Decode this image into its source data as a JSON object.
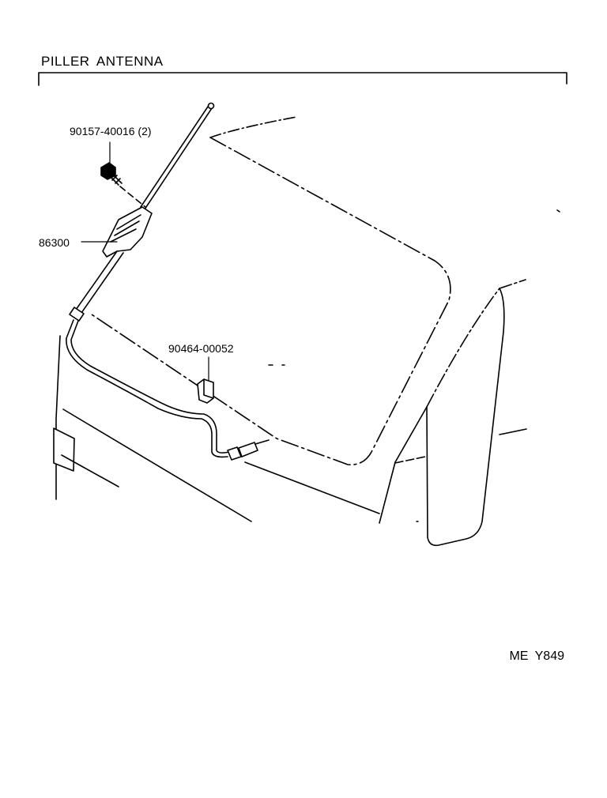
{
  "header": {
    "title": "PILLER  ANTENNA"
  },
  "parts": {
    "bolt": "90157-40016 (2)",
    "antenna": "86300",
    "clamp": "90464-00052"
  },
  "footer": {
    "ref_code": "ME  Y849"
  }
}
